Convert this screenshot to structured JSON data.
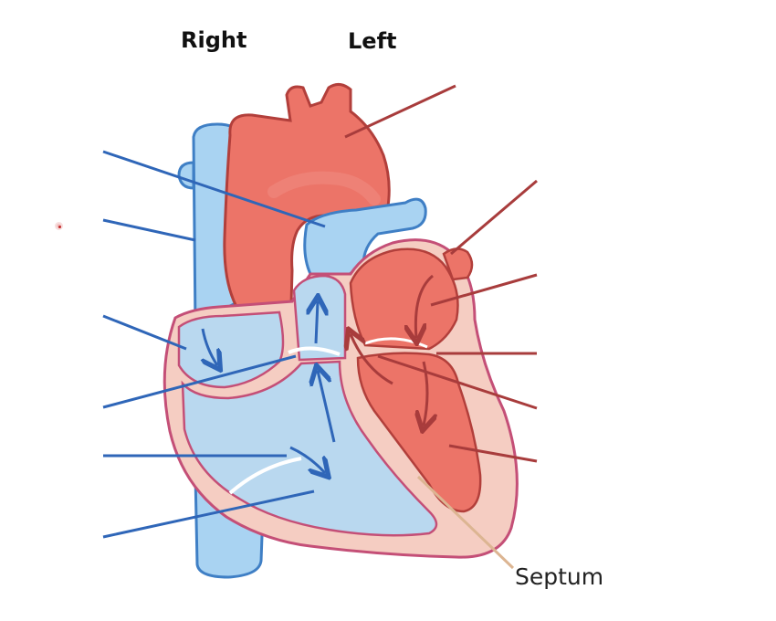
{
  "labels": {
    "right": "Right",
    "left": "Left",
    "septum": "Septum"
  },
  "colors": {
    "deoxygenated_fill": "#a9d3f2",
    "deoxygenated_outline": "#3f7fc5",
    "oxygenated_fill": "#ec7468",
    "oxygenated_outline": "#b23f3b",
    "heart_wall": "#f5cdc2",
    "heart_wall_outline": "#c44f77",
    "blue_pointer": "#2f66b8",
    "red_pointer": "#a83c3c",
    "septum_pointer": "#dcb592",
    "arrow": "#2f66b8"
  },
  "pointer_groups": {
    "blue_count_note": "",
    "red_count_note": ""
  }
}
